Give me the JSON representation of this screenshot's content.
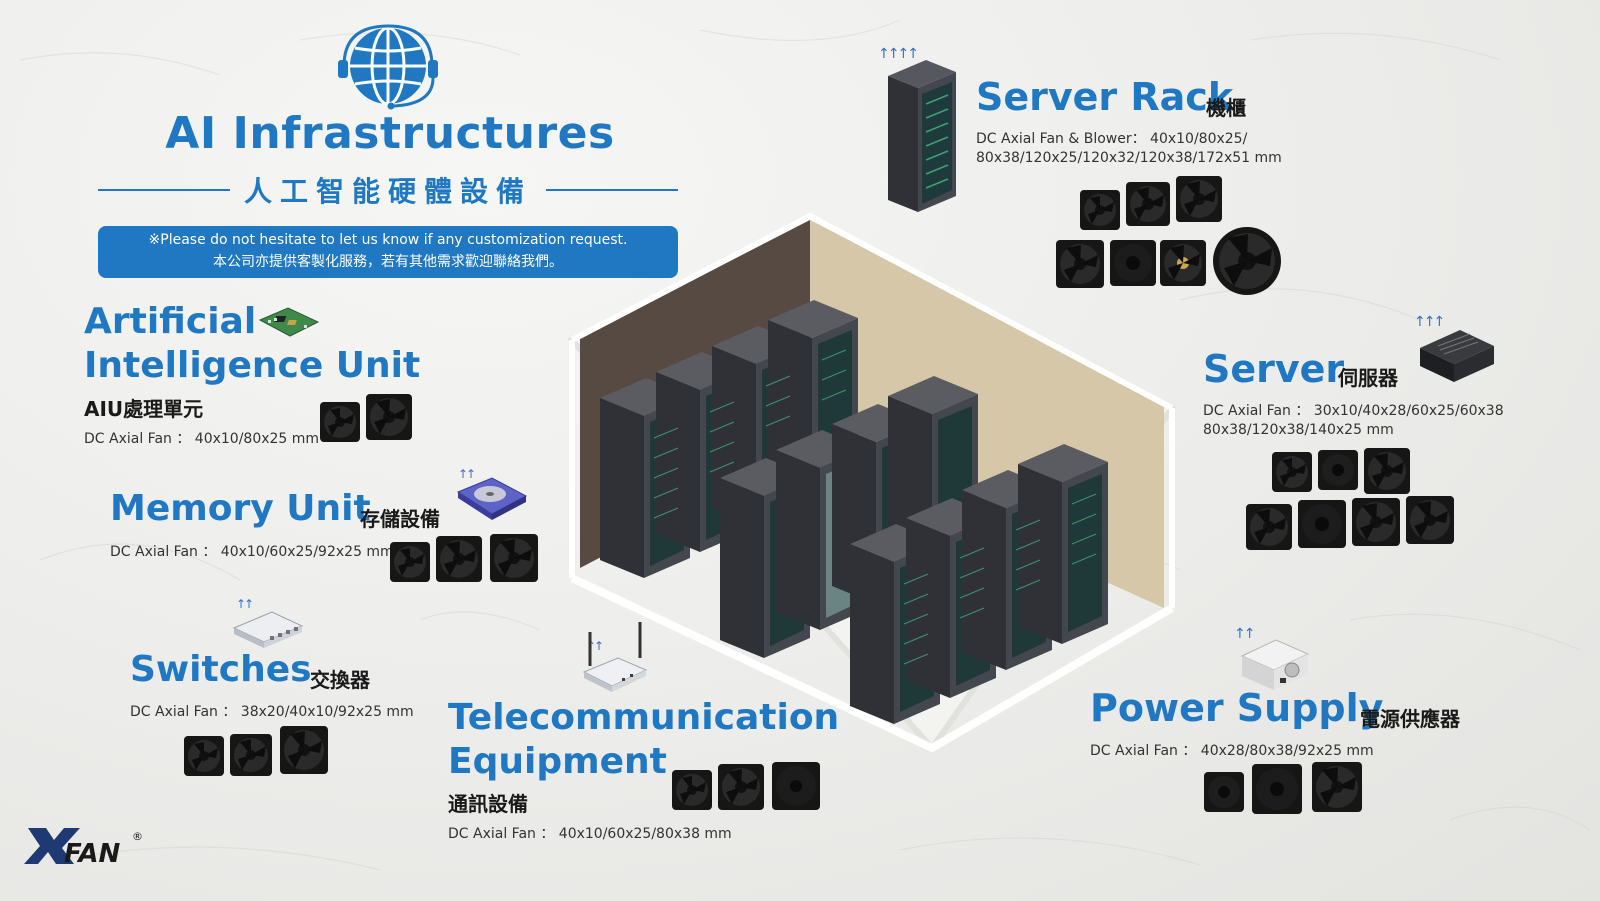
{
  "header": {
    "title": "AI Infrastructures",
    "subtitle": "人工智能硬體設備",
    "notice_line1": "※Please do not hesitate to let us know if any customization request.",
    "notice_line2": "本公司亦提供客製化服務，若有其他需求歡迎聯絡我們。"
  },
  "sections": {
    "aiu": {
      "title_line1": "Artificial",
      "title_line2": "Intelligence Unit",
      "cjk": "AIU處理單元",
      "spec": "DC Axial Fan ： 40x10/80x25 mm"
    },
    "memory": {
      "title": "Memory Unit",
      "cjk": "存儲設備",
      "spec": "DC Axial Fan ： 40x10/60x25/92x25 mm"
    },
    "switches": {
      "title": "Switches",
      "cjk": "交換器",
      "spec": "DC Axial Fan ： 38x20/40x10/92x25 mm"
    },
    "telecom": {
      "title_line1": "Telecommunication",
      "title_line2": "Equipment",
      "cjk": "通訊設備",
      "spec": "DC Axial Fan ： 40x10/60x25/80x38 mm"
    },
    "server_rack": {
      "title": "Server Rack",
      "cjk": "機櫃",
      "spec_line1": "DC Axial Fan & Blower： 40x10/80x25/",
      "spec_line2": "80x38/120x25/120x32/120x38/172x51 mm"
    },
    "server": {
      "title": "Server",
      "cjk": "伺服器",
      "spec_line1": "DC Axial Fan ： 30x10/40x28/60x25/60x38",
      "spec_line2": "80x38/120x38/140x25 mm"
    },
    "power": {
      "title": "Power Supply",
      "cjk": "電源供應器",
      "spec": "DC Axial Fan ： 40x28/80x38/92x25 mm"
    }
  },
  "brand": {
    "logo_text": "XFAN",
    "registered": "®"
  },
  "colors": {
    "accent": "#1f78c1",
    "background": "#ececea",
    "fan": "#161616",
    "rack": "#3b3d42",
    "wall_left": "#5a4d45",
    "wall_right": "#d8c9ac"
  },
  "icons": [
    "globe-headset-icon",
    "airflow-arrows-icon",
    "fan-icon",
    "server-rack-icon",
    "circuit-board-icon",
    "hard-drive-icon",
    "network-switch-icon",
    "router-icon",
    "power-supply-icon",
    "server-box-icon"
  ]
}
